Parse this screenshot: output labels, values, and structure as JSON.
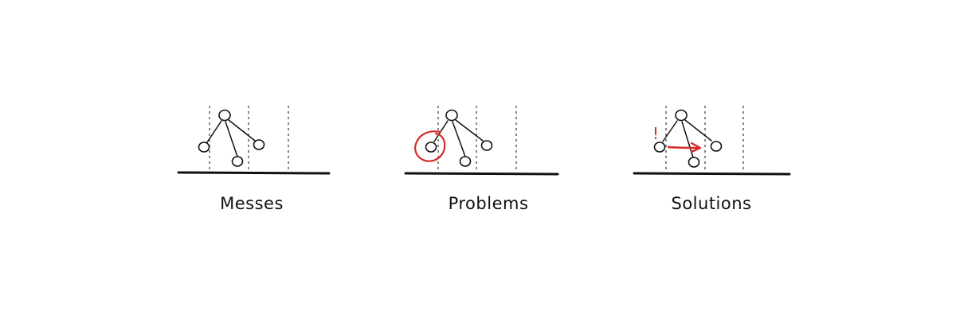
{
  "panels": [
    {
      "id": "messes",
      "label": "Messes"
    },
    {
      "id": "problems",
      "label": "Problems"
    },
    {
      "id": "solutions",
      "label": "Solutions"
    }
  ],
  "annotations": {
    "exclamation": "!"
  },
  "colors": {
    "ink": "#111111",
    "highlight": "#d42a2a",
    "background": "#ffffff"
  }
}
